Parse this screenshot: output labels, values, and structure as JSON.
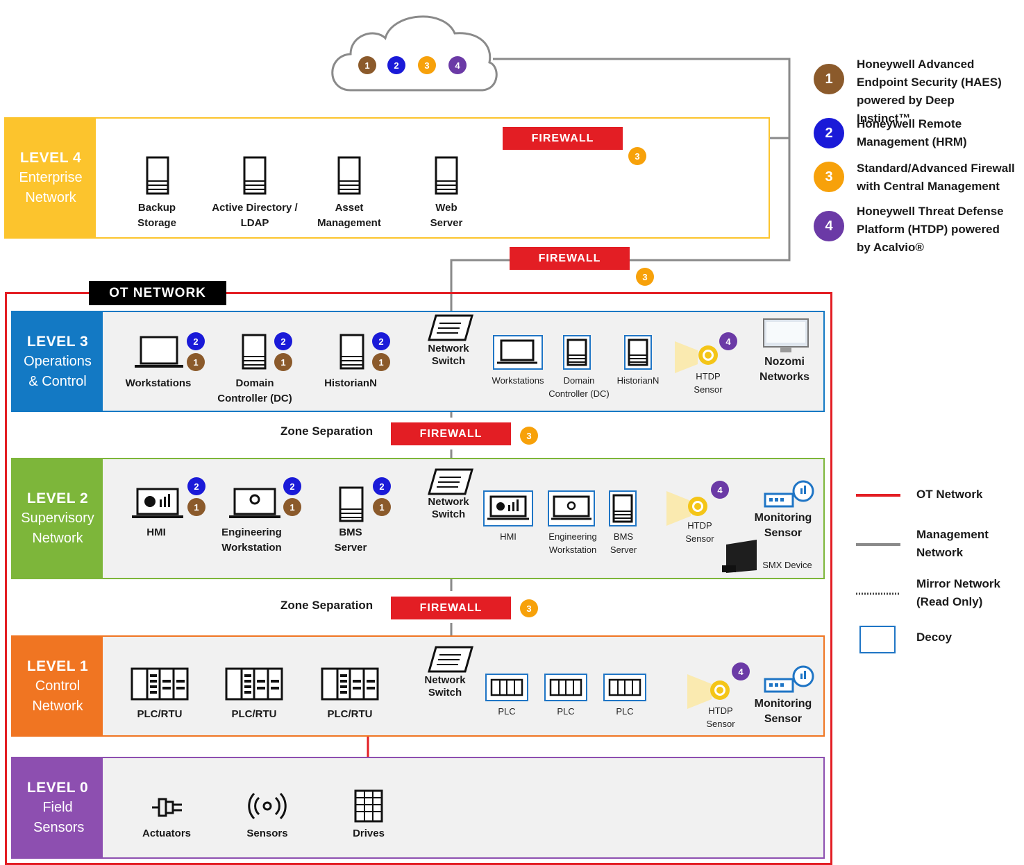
{
  "firewall_label": "FIREWALL",
  "zone_separation": "Zone Separation",
  "ot_network_label": "OT NETWORK",
  "network_switch": "Network Switch",
  "badges": {
    "b1": "1",
    "b2": "2",
    "b3": "3",
    "b4": "4"
  },
  "colors": {
    "level4": "#fcc42d",
    "level3": "#1379c4",
    "level2": "#7db63a",
    "level1": "#f07522",
    "level0": "#8d4fb0",
    "ot": "#e31e24",
    "management": "#8a8a8a",
    "decoy": "#1f75c5"
  },
  "level4": {
    "title": "LEVEL 4",
    "subtitle": "Enterprise Network",
    "devices": [
      "Backup Storage",
      "Active Directory / LDAP",
      "Asset Management",
      "Web Server"
    ]
  },
  "level3": {
    "title": "LEVEL 3",
    "subtitle": "Operations & Control",
    "devices": [
      "Workstations",
      "Domain Controller (DC)",
      "HistorianN"
    ],
    "decoys": [
      "Workstations",
      "Domain Controller (DC)",
      "HistorianN"
    ],
    "htdp": "HTDP Sensor",
    "nozomi": "Nozomi Networks"
  },
  "level2": {
    "title": "LEVEL 2",
    "subtitle": "Supervisory Network",
    "devices": [
      "HMI",
      "Engineering Workstation",
      "BMS Server"
    ],
    "decoys": [
      "HMI",
      "Engineering Workstation",
      "BMS Server"
    ],
    "htdp": "HTDP Sensor",
    "monitoring": "Monitoring Sensor",
    "smx": "SMX Device"
  },
  "level1": {
    "title": "LEVEL 1",
    "subtitle": "Control Network",
    "devices": [
      "PLC/RTU",
      "PLC/RTU",
      "PLC/RTU"
    ],
    "decoys": [
      "PLC",
      "PLC",
      "PLC"
    ],
    "htdp": "HTDP Sensor",
    "monitoring": "Monitoring Sensor"
  },
  "level0": {
    "title": "LEVEL 0",
    "subtitle": "Field Sensors",
    "devices": [
      "Actuators",
      "Sensors",
      "Drives"
    ]
  },
  "legend": {
    "items": [
      {
        "num": "1",
        "text": "Honeywell Advanced Endpoint Security (HAES) powered by Deep Instinct™"
      },
      {
        "num": "2",
        "text": "Honeywell Remote Management (HRM)"
      },
      {
        "num": "3",
        "text": "Standard/Advanced Firewall with Central Management"
      },
      {
        "num": "4",
        "text": "Honeywell Threat Defense Platform (HTDP) powered by Acalvio®"
      }
    ],
    "ot_network": "OT Network",
    "management_network": "Management Network",
    "mirror_network": "Mirror Network (Read Only)",
    "decoy": "Decoy"
  }
}
